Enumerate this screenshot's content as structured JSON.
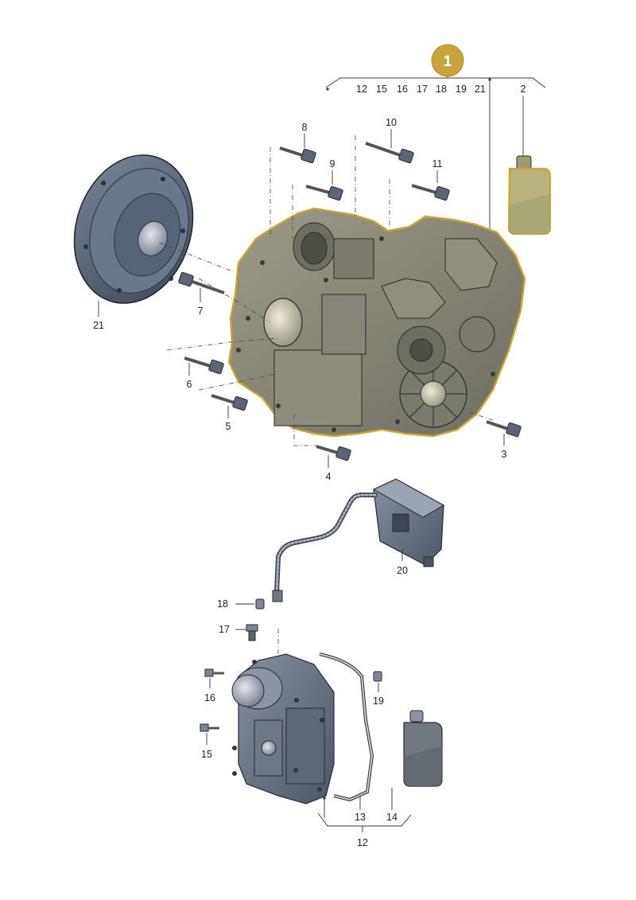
{
  "callout": {
    "number": "1",
    "color": "#c9a43a"
  },
  "group_top": {
    "labels": [
      "12",
      "15",
      "16",
      "17",
      "18",
      "19",
      "21"
    ]
  },
  "group_bottom": {
    "total_label": "12"
  },
  "parts": {
    "p2": "2",
    "p3": "3",
    "p4": "4",
    "p5": "5",
    "p6": "6",
    "p7": "7",
    "p8": "8",
    "p9": "9",
    "p10": "10",
    "p11": "11",
    "p13": "13",
    "p14": "14",
    "p15": "15",
    "p16": "16",
    "p17": "17",
    "p18": "18",
    "p19": "19",
    "p20": "20",
    "p21": "21"
  },
  "colors": {
    "gearbox_fill": "#8a8878",
    "gearbox_highlight": "#c9a43a",
    "mechatronic_fill": "#6f7887",
    "clutch_fill": "#5e6a7c",
    "oil_bottle_top": "#b8b27c",
    "oil_bottle_bottom": "#737980"
  }
}
